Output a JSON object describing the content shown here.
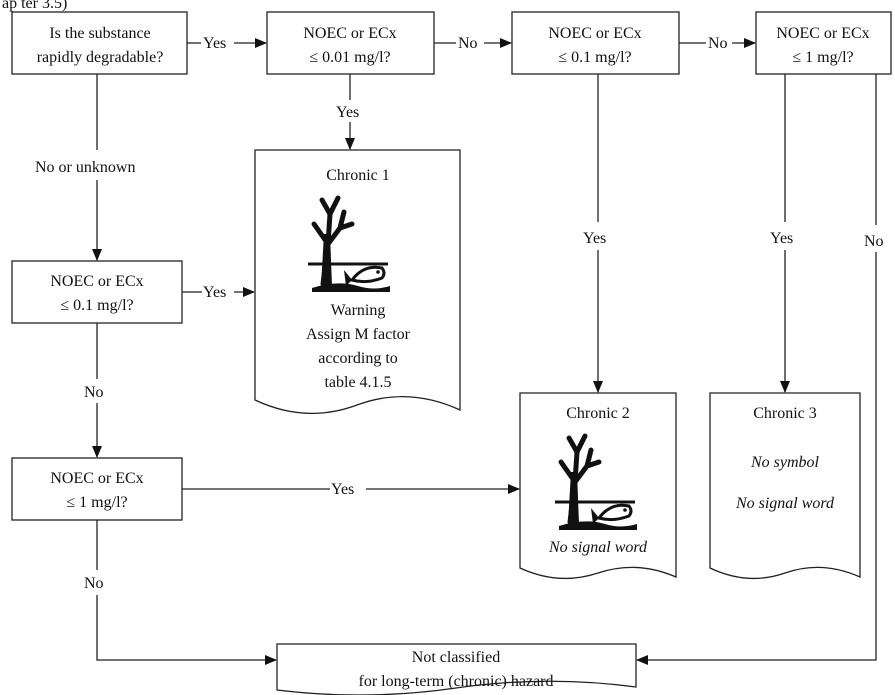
{
  "header_fragment": "ap ter 3.5)",
  "nodes": {
    "start": [
      "Is the substance",
      "rapidly degradable?"
    ],
    "q001": [
      "NOEC or ECx",
      "≤ 0.01 mg/l?"
    ],
    "q01_top": [
      "NOEC or ECx",
      "≤ 0.1 mg/l?"
    ],
    "q1_top": [
      "NOEC or ECx",
      "≤ 1 mg/l?"
    ],
    "q01_left": [
      "NOEC or ECx",
      "≤ 0.1 mg/l?"
    ],
    "q1_left": [
      "NOEC or ECx",
      "≤ 1 mg/l?"
    ]
  },
  "outcomes": {
    "chronic1": {
      "title": "Chronic 1",
      "lines": [
        "Warning",
        "Assign M factor",
        "according to",
        "table 4.1.5"
      ]
    },
    "chronic2": {
      "title": "Chronic 2",
      "signal": "No signal word"
    },
    "chronic3": {
      "title": "Chronic 3",
      "symbol": "No symbol",
      "signal": "No signal word"
    },
    "not_classified": [
      "Not classified",
      "for long-term (chronic) hazard"
    ]
  },
  "edges": {
    "yes": "Yes",
    "no": "No",
    "no_or_unknown": "No or unknown"
  },
  "icons": {
    "hazard_symbol": "environment-hazard-icon"
  }
}
